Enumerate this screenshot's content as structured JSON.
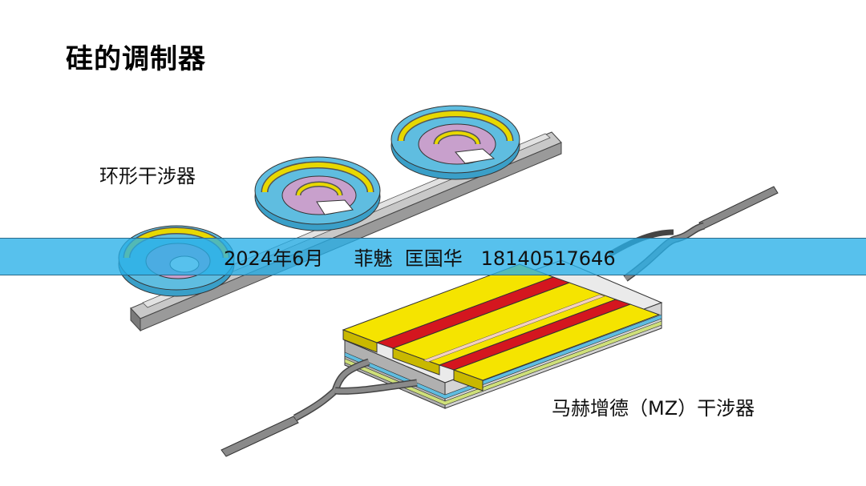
{
  "slide": {
    "title": "硅的调制器",
    "ring_label": "环形干涉器",
    "mz_label": "马赫增德（MZ）干涉器"
  },
  "banner": {
    "text": "2024年6月     菲魅  匡国华   18140517646"
  },
  "colors": {
    "banner": "#28afe8",
    "electrode": "#f5e400",
    "phase_shifter": "#d4161f",
    "ring_base": "#5fbde0",
    "ring_inner": "#c8a0cc",
    "waveguide": "#9a9a9a"
  }
}
